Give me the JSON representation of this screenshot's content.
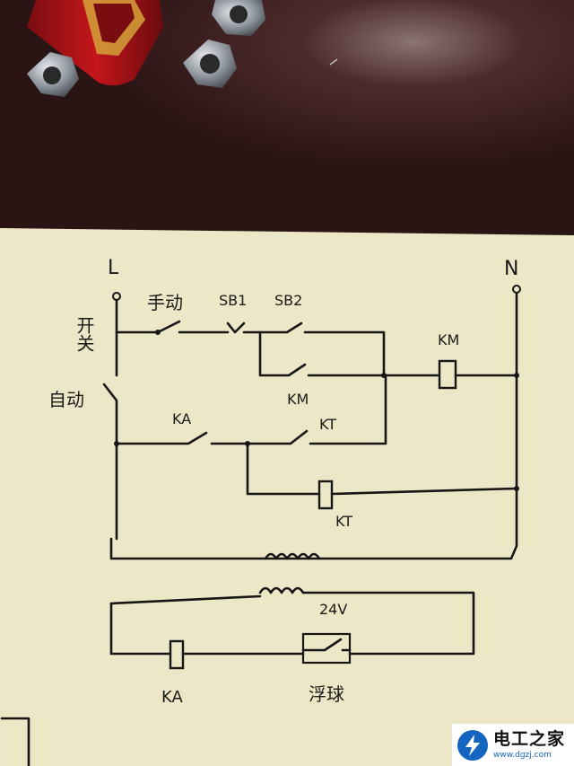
{
  "diagram": {
    "terminals": {
      "line": "L",
      "neutral": "N"
    },
    "labels": {
      "selector_switch": "开关",
      "manual": "手动",
      "automatic": "自动",
      "stop_button": "SB1",
      "start_button": "SB2",
      "contactor_coil": "KM",
      "contactor_aux_contact": "KM",
      "relay_contact": "KA",
      "timer_contact": "KT",
      "timer_coil": "KT",
      "supply_voltage": "24V",
      "relay_coil": "KA",
      "float_switch": "浮球"
    }
  },
  "watermark": {
    "name": "电工之家",
    "url": "www.dgzj.com"
  },
  "colors": {
    "paper": "#ece7c6",
    "ink": "#161616",
    "desk": "#3a1c1c",
    "brand": "#1565c0"
  }
}
